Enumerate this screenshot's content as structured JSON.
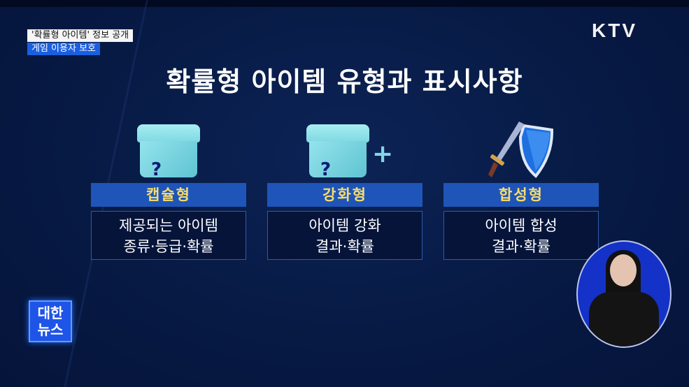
{
  "caption": {
    "line1": "'확률형 아이템' 정보 공개",
    "line2": "게임 이용자 보호"
  },
  "channel_logo": "KTV",
  "title": "확률형 아이템 유형과 표시사항",
  "columns": [
    {
      "icon": "mystery-box-icon",
      "label": "캡슐형",
      "desc": [
        "제공되는 아이템",
        "종류·등급·확률"
      ]
    },
    {
      "icon": "mystery-box-plus-icon",
      "label": "강화형",
      "desc": [
        "아이템 강화",
        "결과·확률"
      ]
    },
    {
      "icon": "sword-shield-icon",
      "label": "합성형",
      "desc": [
        "아이템 합성",
        "결과·확률"
      ]
    }
  ],
  "box_glyph": "?",
  "plus_glyph": "+",
  "program_badge": {
    "line1": "대한",
    "line2": "뉴스"
  },
  "colors": {
    "label_bg": "#1f55b8",
    "label_text": "#f7dc6b",
    "background": "#071a44"
  }
}
